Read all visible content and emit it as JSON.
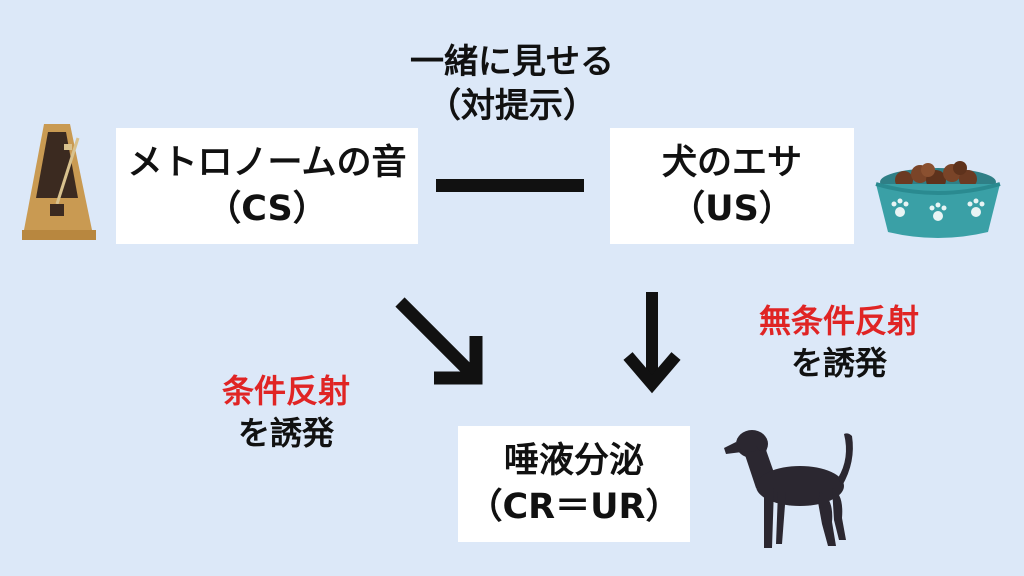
{
  "top": {
    "line1": "一緒に見せる",
    "line2": "（対提示）"
  },
  "cs_box": {
    "line1": "メトロノームの音",
    "line2": "（CS）"
  },
  "us_box": {
    "line1": "犬のエサ",
    "line2": "（US）"
  },
  "response_box": {
    "line1": "唾液分泌",
    "line2": "（CR＝UR）"
  },
  "cond_label": {
    "line1": "条件反射",
    "line2": "を誘発"
  },
  "uncond_label": {
    "line1": "無条件反射",
    "line2": "を誘発"
  },
  "colors": {
    "background": "#dce8f8",
    "accent_red": "#e02424",
    "box": "#ffffff",
    "bowl": "#3aa0a6"
  },
  "icons": [
    "metronome-icon",
    "dog-food-bowl-icon",
    "dog-icon",
    "diagonal-arrow-icon",
    "down-arrow-icon"
  ]
}
